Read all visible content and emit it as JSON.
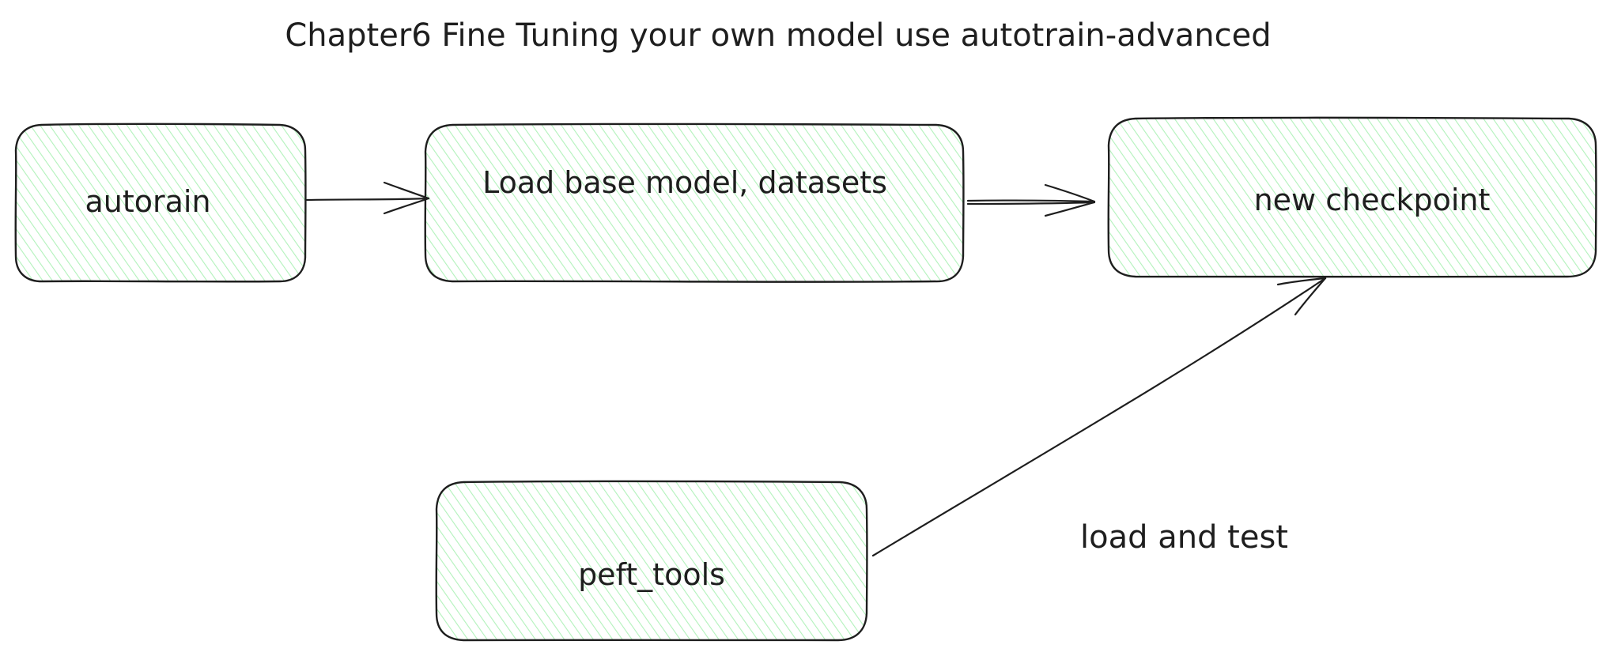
{
  "title": "Chapter6 Fine Tuning your own model use autotrain-advanced",
  "nodes": {
    "autorain": "autorain",
    "load_base": "Load base model, datasets",
    "new_checkpoint": "new checkpoint",
    "peft_tools": "peft_tools"
  },
  "edge_labels": {
    "load_and_test": "load and test"
  },
  "colors": {
    "stroke": "#1e1e1e",
    "hatch": "#b2f2bb",
    "background": "#ffffff"
  }
}
